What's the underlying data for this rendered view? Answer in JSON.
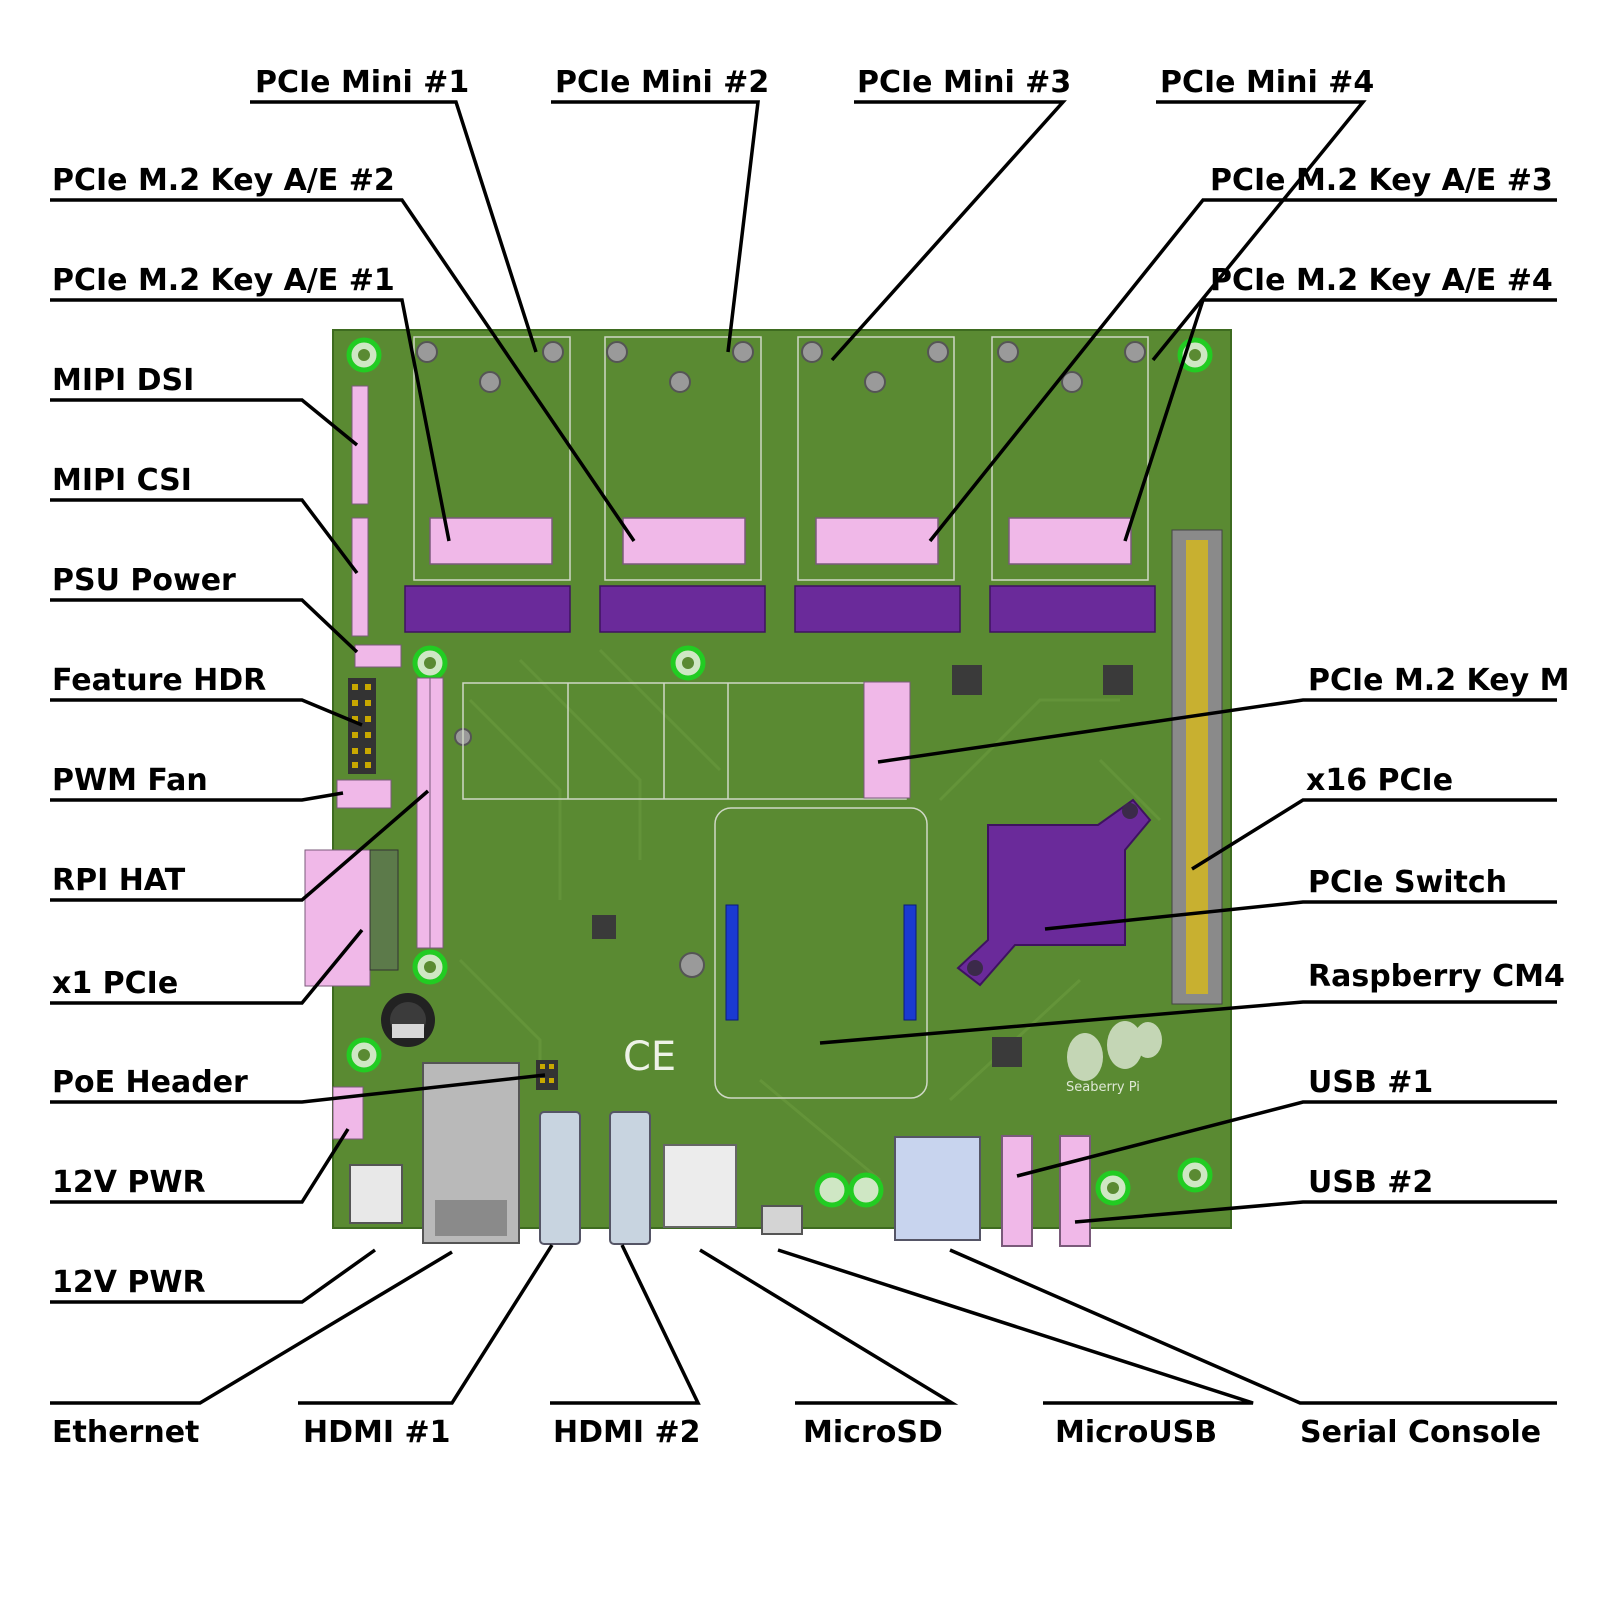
{
  "labels": {
    "pcie_mini_1": "PCIe Mini #1",
    "pcie_mini_2": "PCIe Mini #2",
    "pcie_mini_3": "PCIe Mini #3",
    "pcie_mini_4": "PCIe Mini #4",
    "m2_ae_2": "PCIe M.2 Key A/E #2",
    "m2_ae_3": "PCIe M.2 Key A/E #3",
    "m2_ae_1": "PCIe M.2 Key A/E #1",
    "m2_ae_4": "PCIe M.2 Key A/E #4",
    "mipi_dsi": "MIPI DSI",
    "mipi_csi": "MIPI CSI",
    "psu_power": "PSU Power",
    "feature_hdr": "Feature HDR",
    "pwm_fan": "PWM Fan",
    "rpi_hat": "RPI HAT",
    "x1_pcie": "x1 PCIe",
    "poe_header": "PoE Header",
    "pwr_12v_a": "12V PWR",
    "pwr_12v_b": "12V PWR",
    "m2_key_m": "PCIe M.2 Key M",
    "x16_pcie": "x16 PCIe",
    "pcie_switch": "PCIe Switch",
    "raspberry_cm4": "Raspberry CM4",
    "usb_1": "USB #1",
    "usb_2": "USB #2",
    "ethernet": "Ethernet",
    "hdmi_1": "HDMI #1",
    "hdmi_2": "HDMI #2",
    "microsd": "MicroSD",
    "microusb": "MicroUSB",
    "serial_console": "Serial Console"
  },
  "board": {
    "silkscreen_brand": "Seaberry Pi",
    "ce_mark": "CE"
  },
  "colors": {
    "pcb": "#5a8a32",
    "connector_pink": "#f0b8e8",
    "slot_purple": "#6a2a9a",
    "cm4_blue": "#1a3ad0",
    "pad_green": "#22cc22"
  }
}
